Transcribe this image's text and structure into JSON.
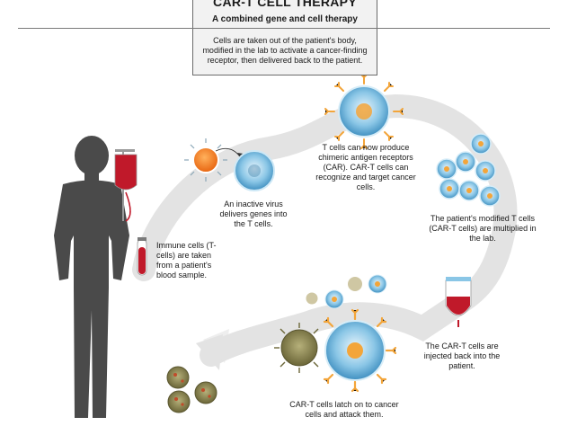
{
  "header": {
    "title": "CAR-T CELL THERAPY",
    "subtitle": "A combined gene and cell therapy",
    "intro": "Cells are taken out of the patient's body, modified in the lab to activate a cancer-finding receptor, then delivered back to the patient."
  },
  "steps": {
    "blood": "Immune cells (T-cells) are taken from a patient's blood sample.",
    "virus": "An inactive virus delivers genes into the T cells.",
    "car": "T cells can now produce chimeric antigen receptors (CAR). CAR-T cells can recognize and target cancer cells.",
    "multiply": "The patient's modified T cells (CAR-T cells) are multiplied in the lab.",
    "inject": "The CAR-T cells are injected back into the patient.",
    "attack": "CAR-T cells latch on to cancer cells and attack them."
  },
  "colors": {
    "arrow": "#e3e3e3",
    "silhouette": "#4a4a4a",
    "blood": "#c0192a",
    "tcell": "#5aa9d6",
    "tcell_core": "#2a6f9c",
    "receptor": "#f3a53a",
    "virus": "#f07a22",
    "cancer": "#7d7a4a"
  }
}
